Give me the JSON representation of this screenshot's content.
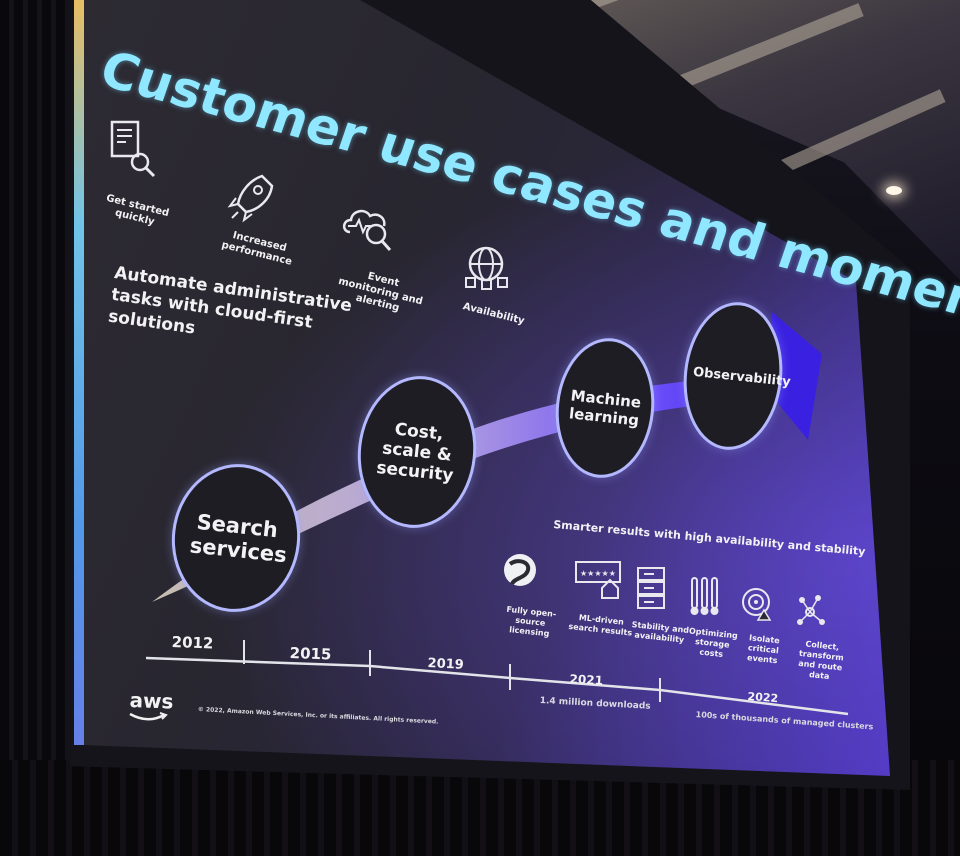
{
  "slide": {
    "title": "Customer use cases and momentum",
    "headline": "Automate administrative tasks with cloud-first solutions",
    "top_icons": [
      {
        "icon": "document-search-icon",
        "label": "Get started quickly"
      },
      {
        "icon": "rocket-icon",
        "label": "Increased performance"
      },
      {
        "icon": "cloud-monitoring-icon",
        "label": "Event monitoring and alerting"
      },
      {
        "icon": "globe-availability-icon",
        "label": "Availability"
      }
    ],
    "milestones": [
      {
        "label": "Search services"
      },
      {
        "label": "Cost, scale & security"
      },
      {
        "label": "Machine learning"
      },
      {
        "label": "Observability"
      }
    ],
    "subheading": "Smarter results with high availability and stability",
    "features": [
      {
        "icon": "opensearch-logo-icon",
        "label": "Fully open-source licensing"
      },
      {
        "icon": "ml-search-results-icon",
        "label": "ML-driven search results"
      },
      {
        "icon": "server-stack-icon",
        "label": "Stability and availability"
      },
      {
        "icon": "thermometer-icon",
        "label": "Optimizing storage costs"
      },
      {
        "icon": "target-alert-icon",
        "label": "Isolate critical events"
      },
      {
        "icon": "data-flow-icon",
        "label": "Collect, transform and route data"
      }
    ],
    "timeline": {
      "years": [
        "2012",
        "2015",
        "2019",
        "2021",
        "2022"
      ],
      "notes": [
        "1.4 million downloads",
        "100s of thousands of managed clusters"
      ]
    },
    "logo_text": "aws",
    "copyright": "© 2022, Amazon Web Services, Inc. or its affiliates. All rights reserved.",
    "colors": {
      "title": "#8fe8ff",
      "accent": "#6a4cff",
      "circle_border": "#b3b8ff"
    }
  }
}
